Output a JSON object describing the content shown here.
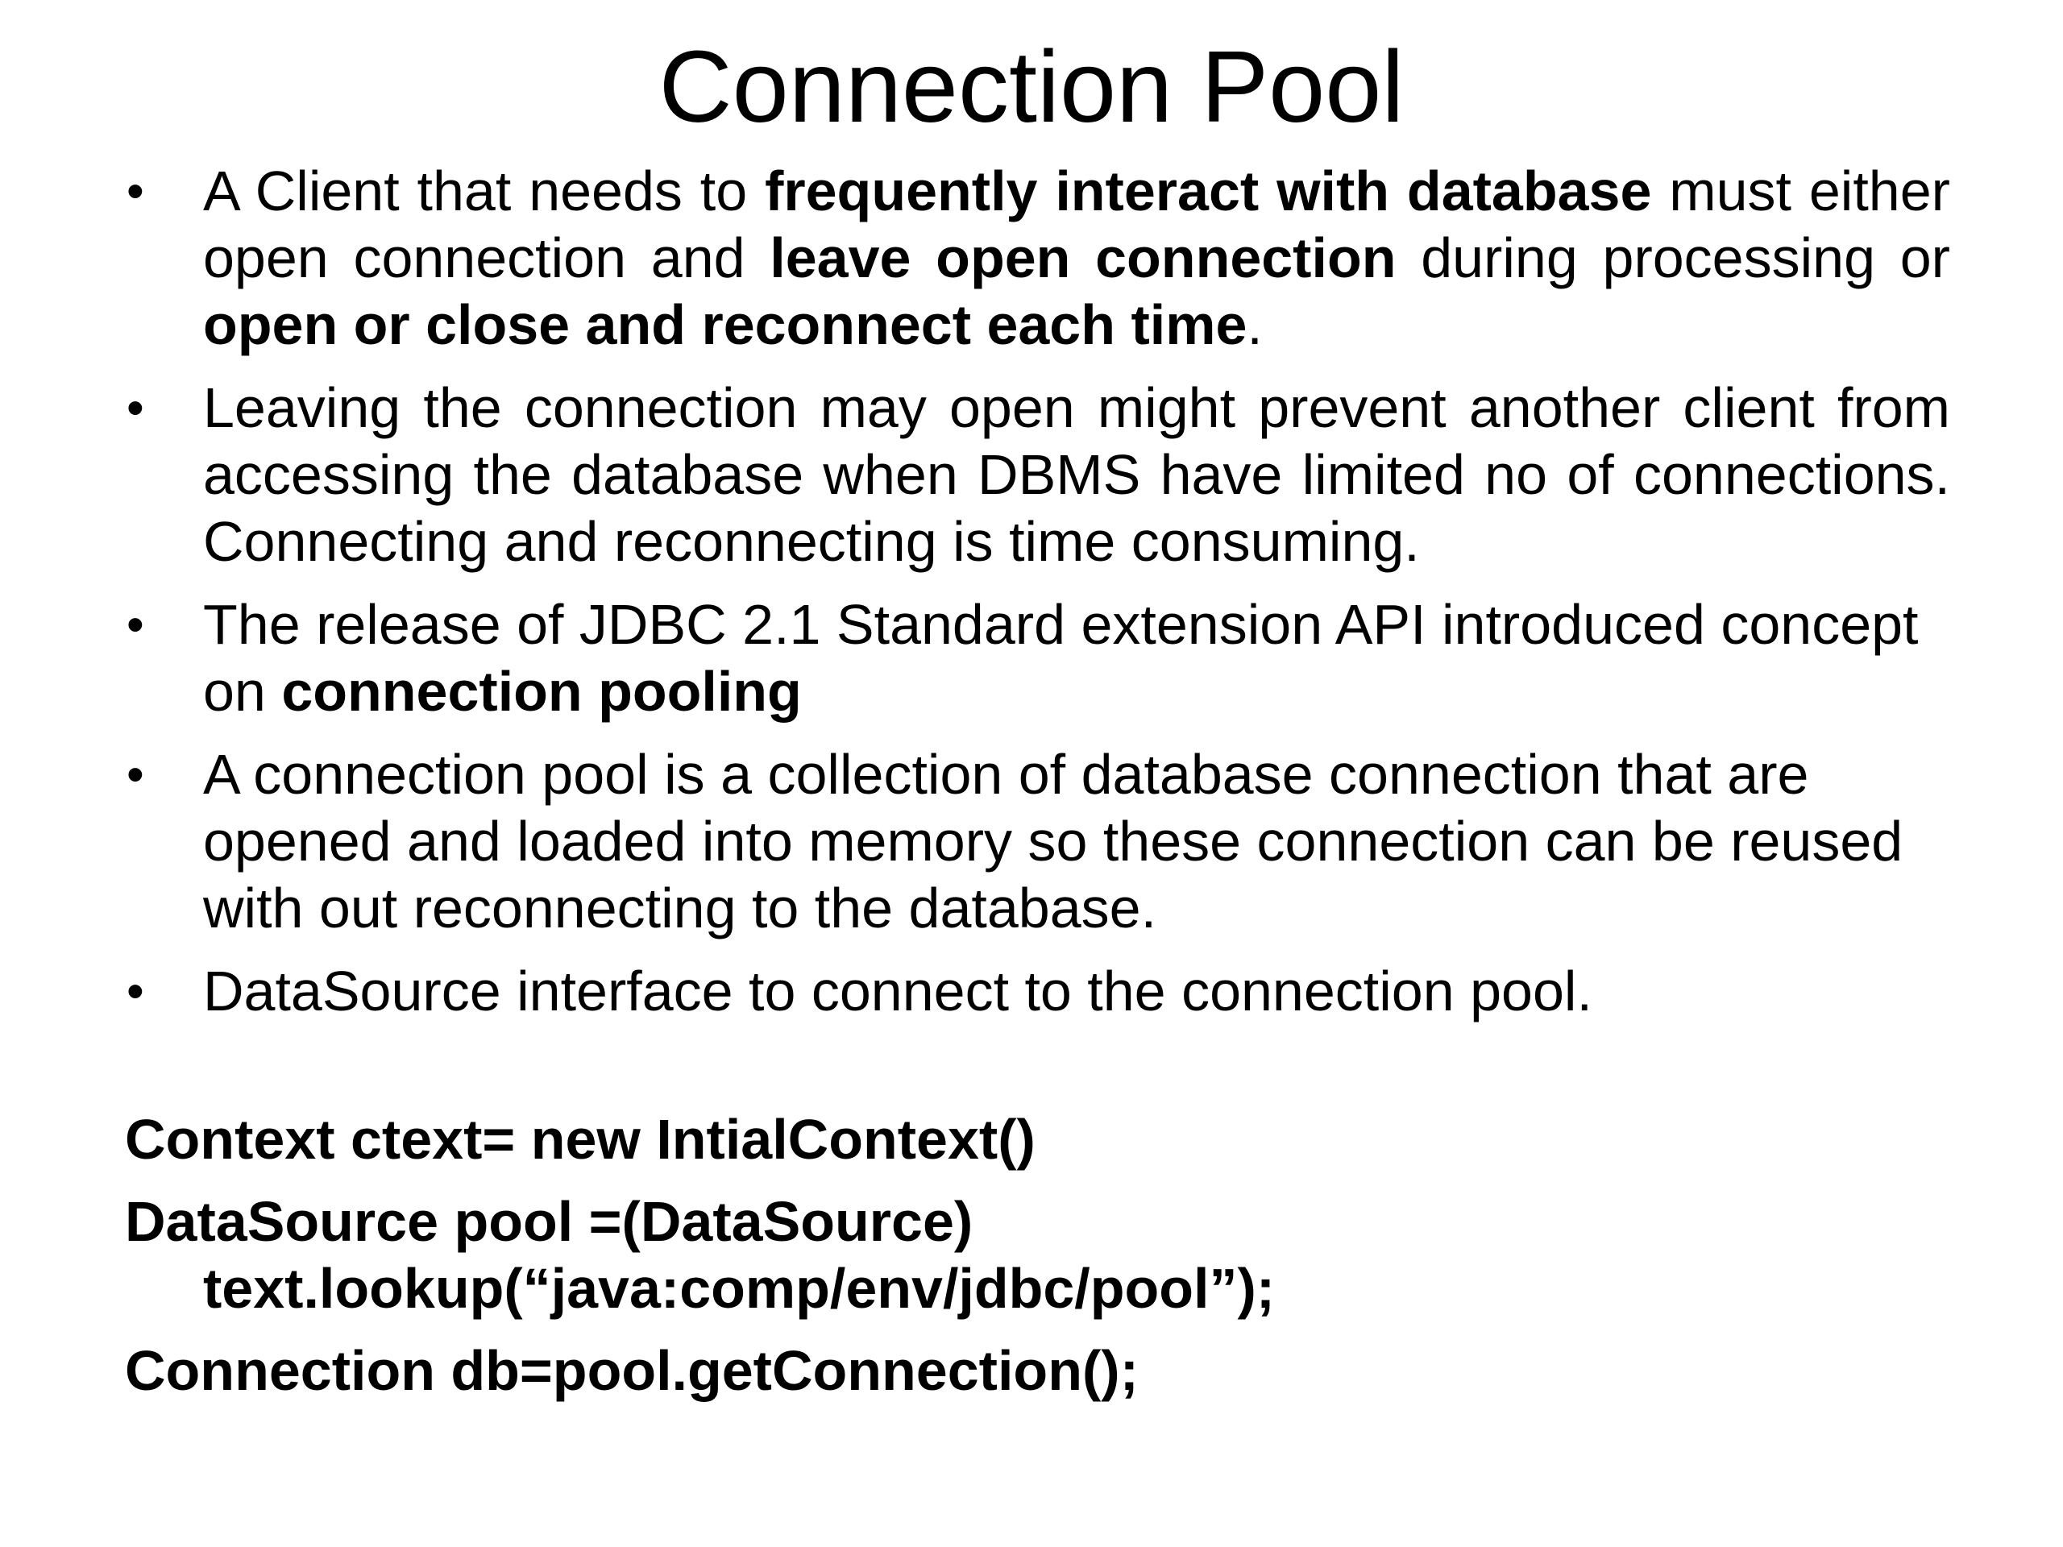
{
  "slide": {
    "title": "Connection Pool",
    "bullets": [
      {
        "segments": [
          {
            "text": "A Client that needs to ",
            "bold": false
          },
          {
            "text": "frequently interact with database",
            "bold": true
          },
          {
            "text": " must either open connection and ",
            "bold": false
          },
          {
            "text": "leave open connection",
            "bold": true
          },
          {
            "text": " during processing or ",
            "bold": false
          },
          {
            "text": "open or close and reconnect each time",
            "bold": true
          },
          {
            "text": ".",
            "bold": false
          }
        ]
      },
      {
        "segments": [
          {
            "text": "Leaving the connection may open might prevent another client from accessing the database when DBMS have limited no of connections. Connecting and reconnecting is time consuming.",
            "bold": false
          }
        ]
      },
      {
        "segments": [
          {
            "text": "The release of JDBC 2.1 Standard extension API introduced concept on ",
            "bold": false
          },
          {
            "text": "connection pooling",
            "bold": true
          }
        ]
      },
      {
        "segments": [
          {
            "text": "A connection pool is a collection of database connection that are opened and loaded into memory so these connection can be reused with out reconnecting to the database.",
            "bold": false
          }
        ]
      },
      {
        "segments": [
          {
            "text": "DataSource interface to connect to the connection pool.",
            "bold": false
          }
        ]
      }
    ],
    "bullet_symbol": "•",
    "code": {
      "line1": "Context ctext= new IntialContext()",
      "line2a": "DataSource pool =(DataSource)",
      "line2b": "text.lookup(“java:comp/env/jdbc/pool”);",
      "line3": "Connection db=pool.getConnection();"
    }
  }
}
